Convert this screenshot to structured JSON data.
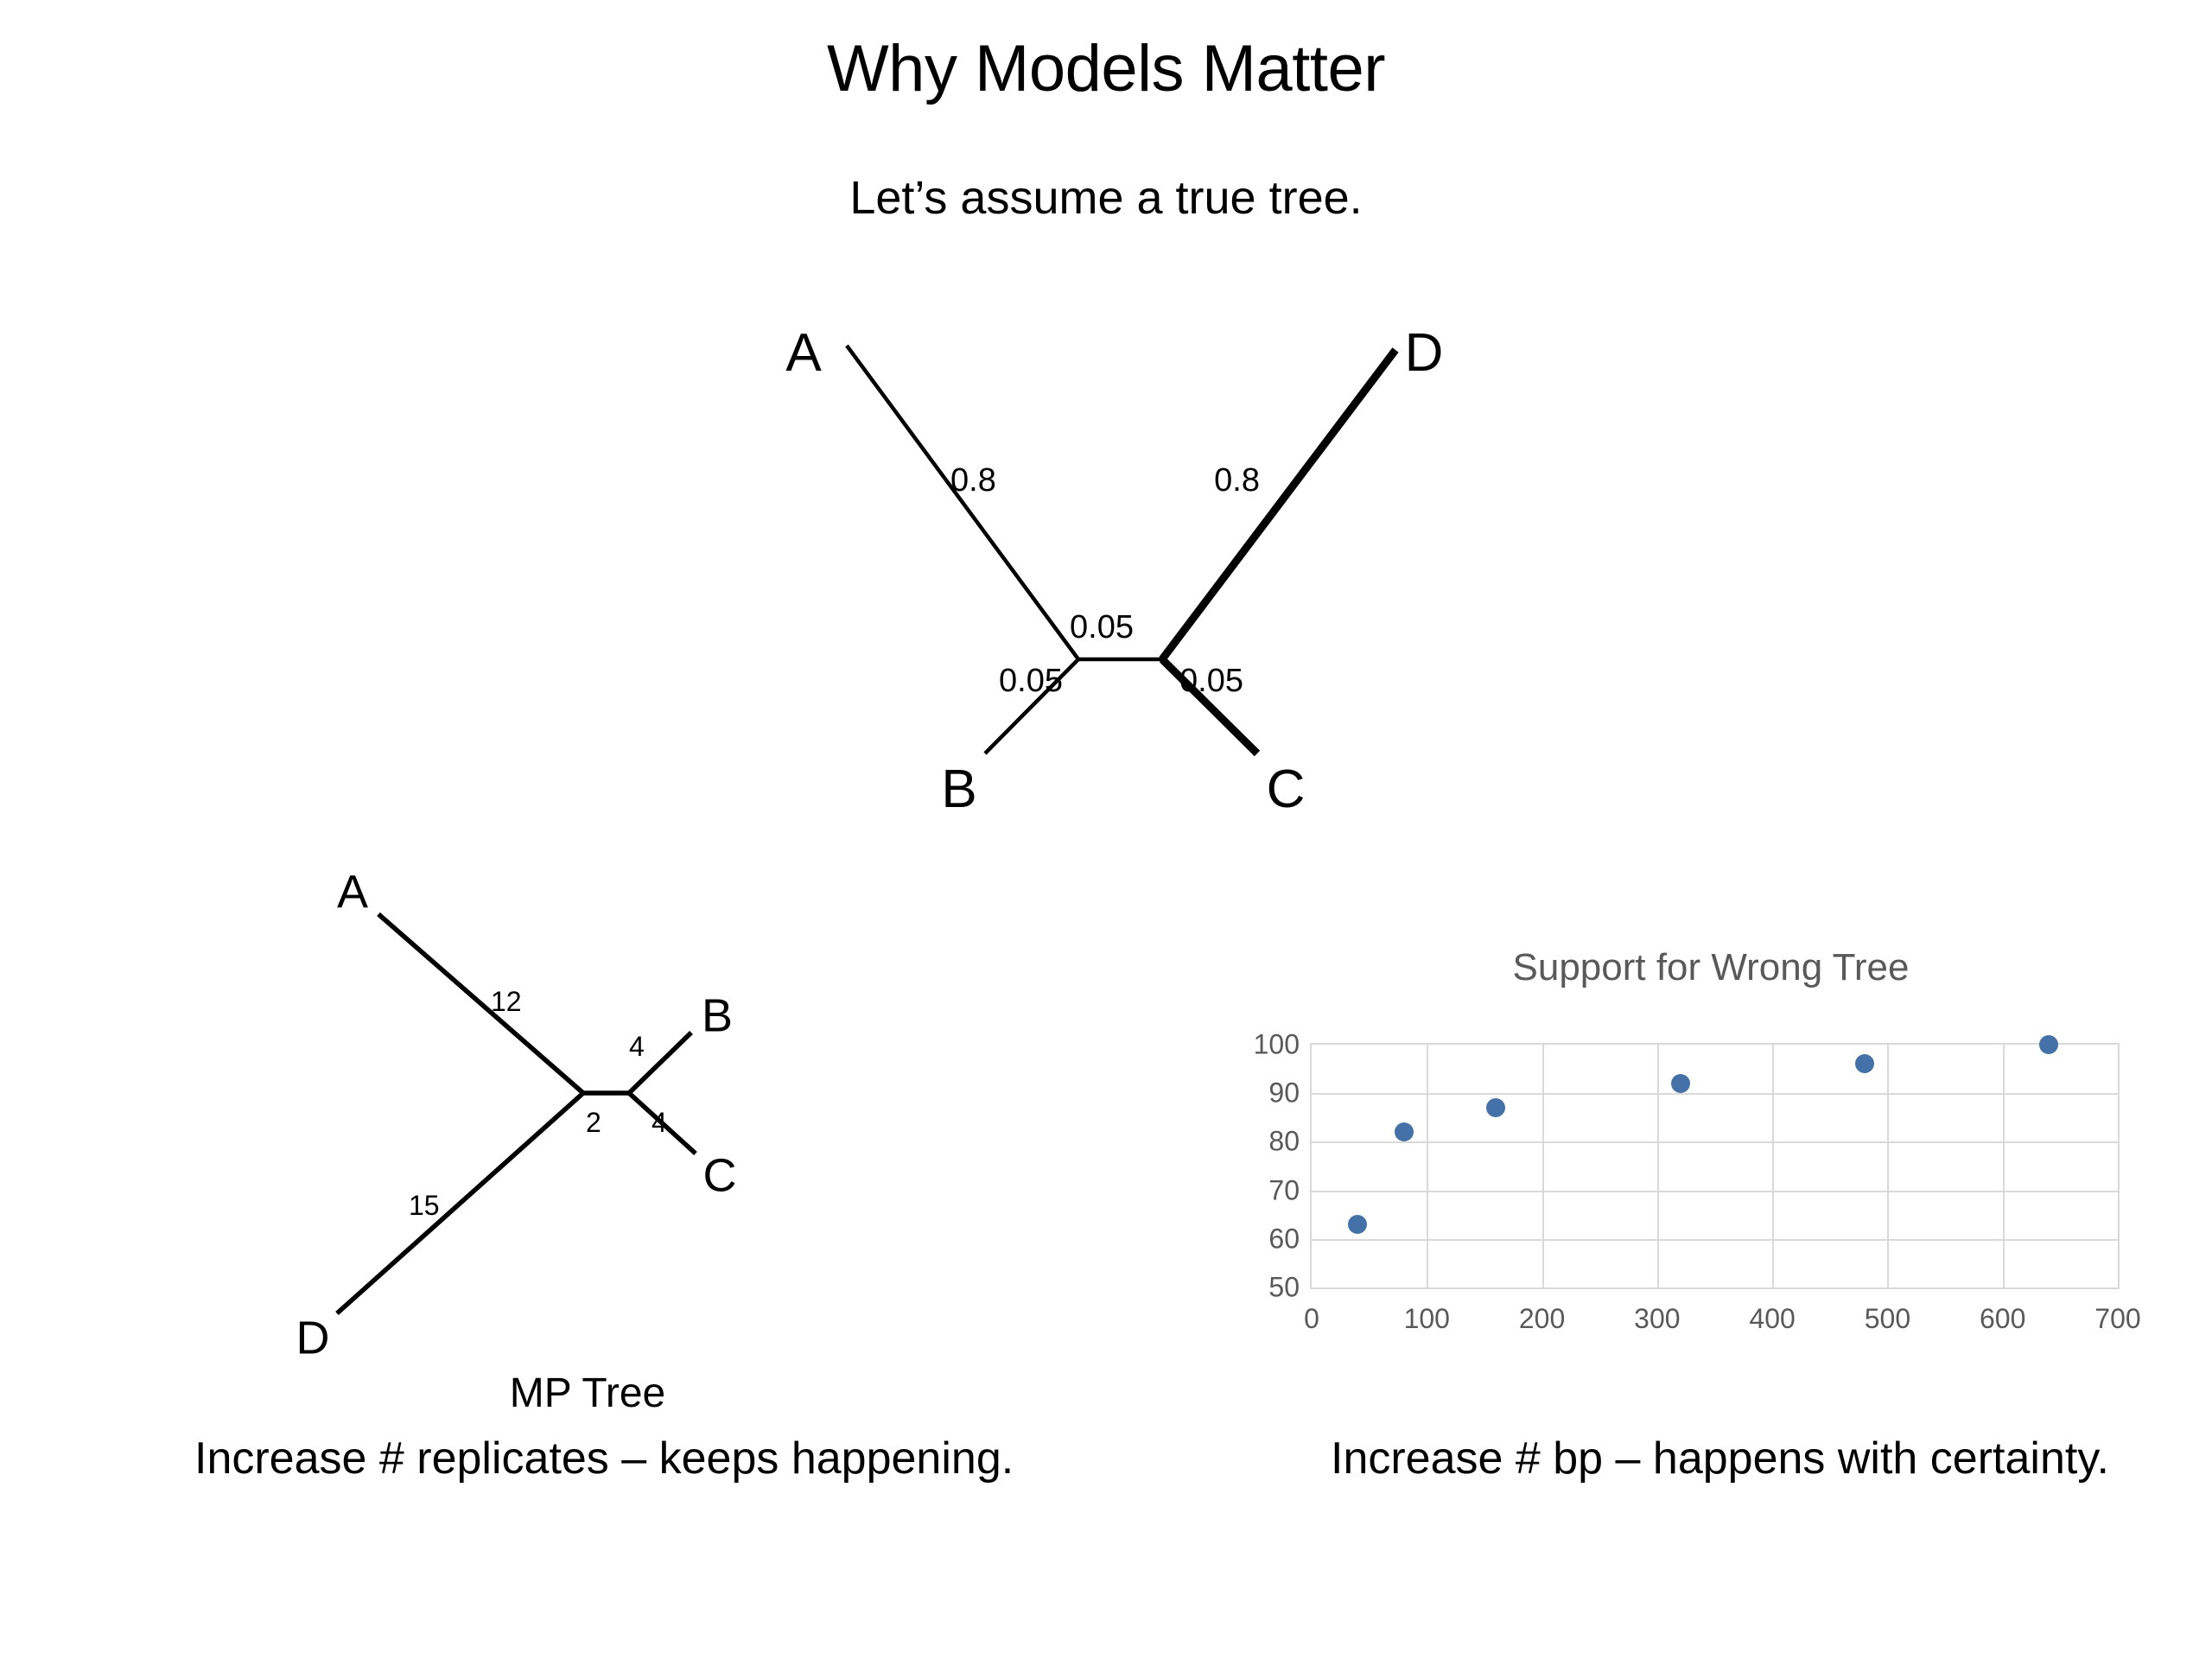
{
  "slide": {
    "title": "Why Models Matter",
    "subtitle": "Let’s assume a true tree."
  },
  "true_tree": {
    "name": "true-tree",
    "tips": [
      {
        "id": "A",
        "label": "A"
      },
      {
        "id": "B",
        "label": "B"
      },
      {
        "id": "C",
        "label": "C"
      },
      {
        "id": "D",
        "label": "D"
      }
    ],
    "branch_lengths": {
      "A": "0.8",
      "B": "0.05",
      "C": "0.05",
      "D": "0.8",
      "internal": "0.05"
    }
  },
  "mp_tree": {
    "name": "mp-tree",
    "caption": "MP Tree",
    "tips": [
      {
        "id": "A",
        "label": "A"
      },
      {
        "id": "B",
        "label": "B"
      },
      {
        "id": "C",
        "label": "C"
      },
      {
        "id": "D",
        "label": "D"
      }
    ],
    "branch_lengths": {
      "A": "12",
      "B": "4",
      "C": "4",
      "D": "15",
      "internal": "2"
    }
  },
  "captions": {
    "left": "Increase # replicates – keeps happening.",
    "right": "Increase # bp – happens with certainty."
  },
  "chart_data": {
    "type": "scatter",
    "title": "Support for Wrong Tree",
    "xlabel": "",
    "ylabel": "",
    "xlim": [
      0,
      700
    ],
    "ylim": [
      50,
      100
    ],
    "xticks": [
      0,
      100,
      200,
      300,
      400,
      500,
      600,
      700
    ],
    "yticks": [
      50,
      60,
      70,
      80,
      90,
      100
    ],
    "grid": true,
    "legend": false,
    "marker_color": "#4472a8",
    "series": [
      {
        "name": "Support",
        "points": [
          {
            "x": 40,
            "y": 63
          },
          {
            "x": 80,
            "y": 82
          },
          {
            "x": 160,
            "y": 87
          },
          {
            "x": 320,
            "y": 92
          },
          {
            "x": 480,
            "y": 96
          },
          {
            "x": 640,
            "y": 100
          }
        ]
      }
    ]
  }
}
